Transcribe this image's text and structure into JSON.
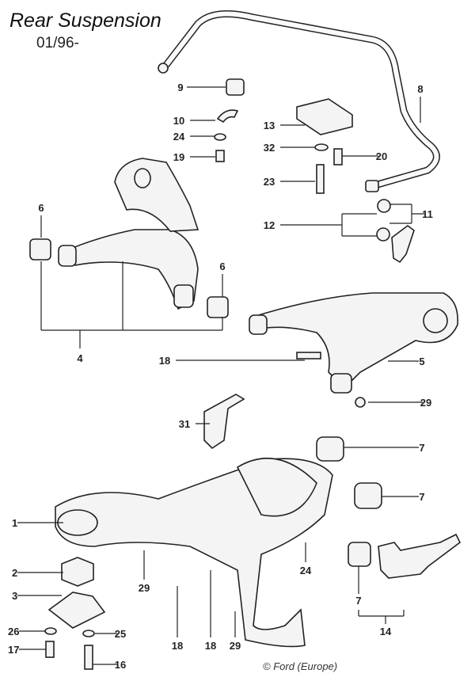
{
  "header": {
    "title": "Rear Suspension",
    "subtitle": "01/96-"
  },
  "footer": {
    "copyright": "© Ford (Europe)"
  },
  "callouts": [
    "9",
    "10",
    "24",
    "19",
    "13",
    "32",
    "20",
    "23",
    "8",
    "11",
    "12",
    "6",
    "6",
    "4",
    "18",
    "5",
    "29",
    "31",
    "7",
    "7",
    "1",
    "2",
    "3",
    "26",
    "25",
    "17",
    "16",
    "29",
    "18",
    "18",
    "29",
    "24",
    "7",
    "14"
  ]
}
